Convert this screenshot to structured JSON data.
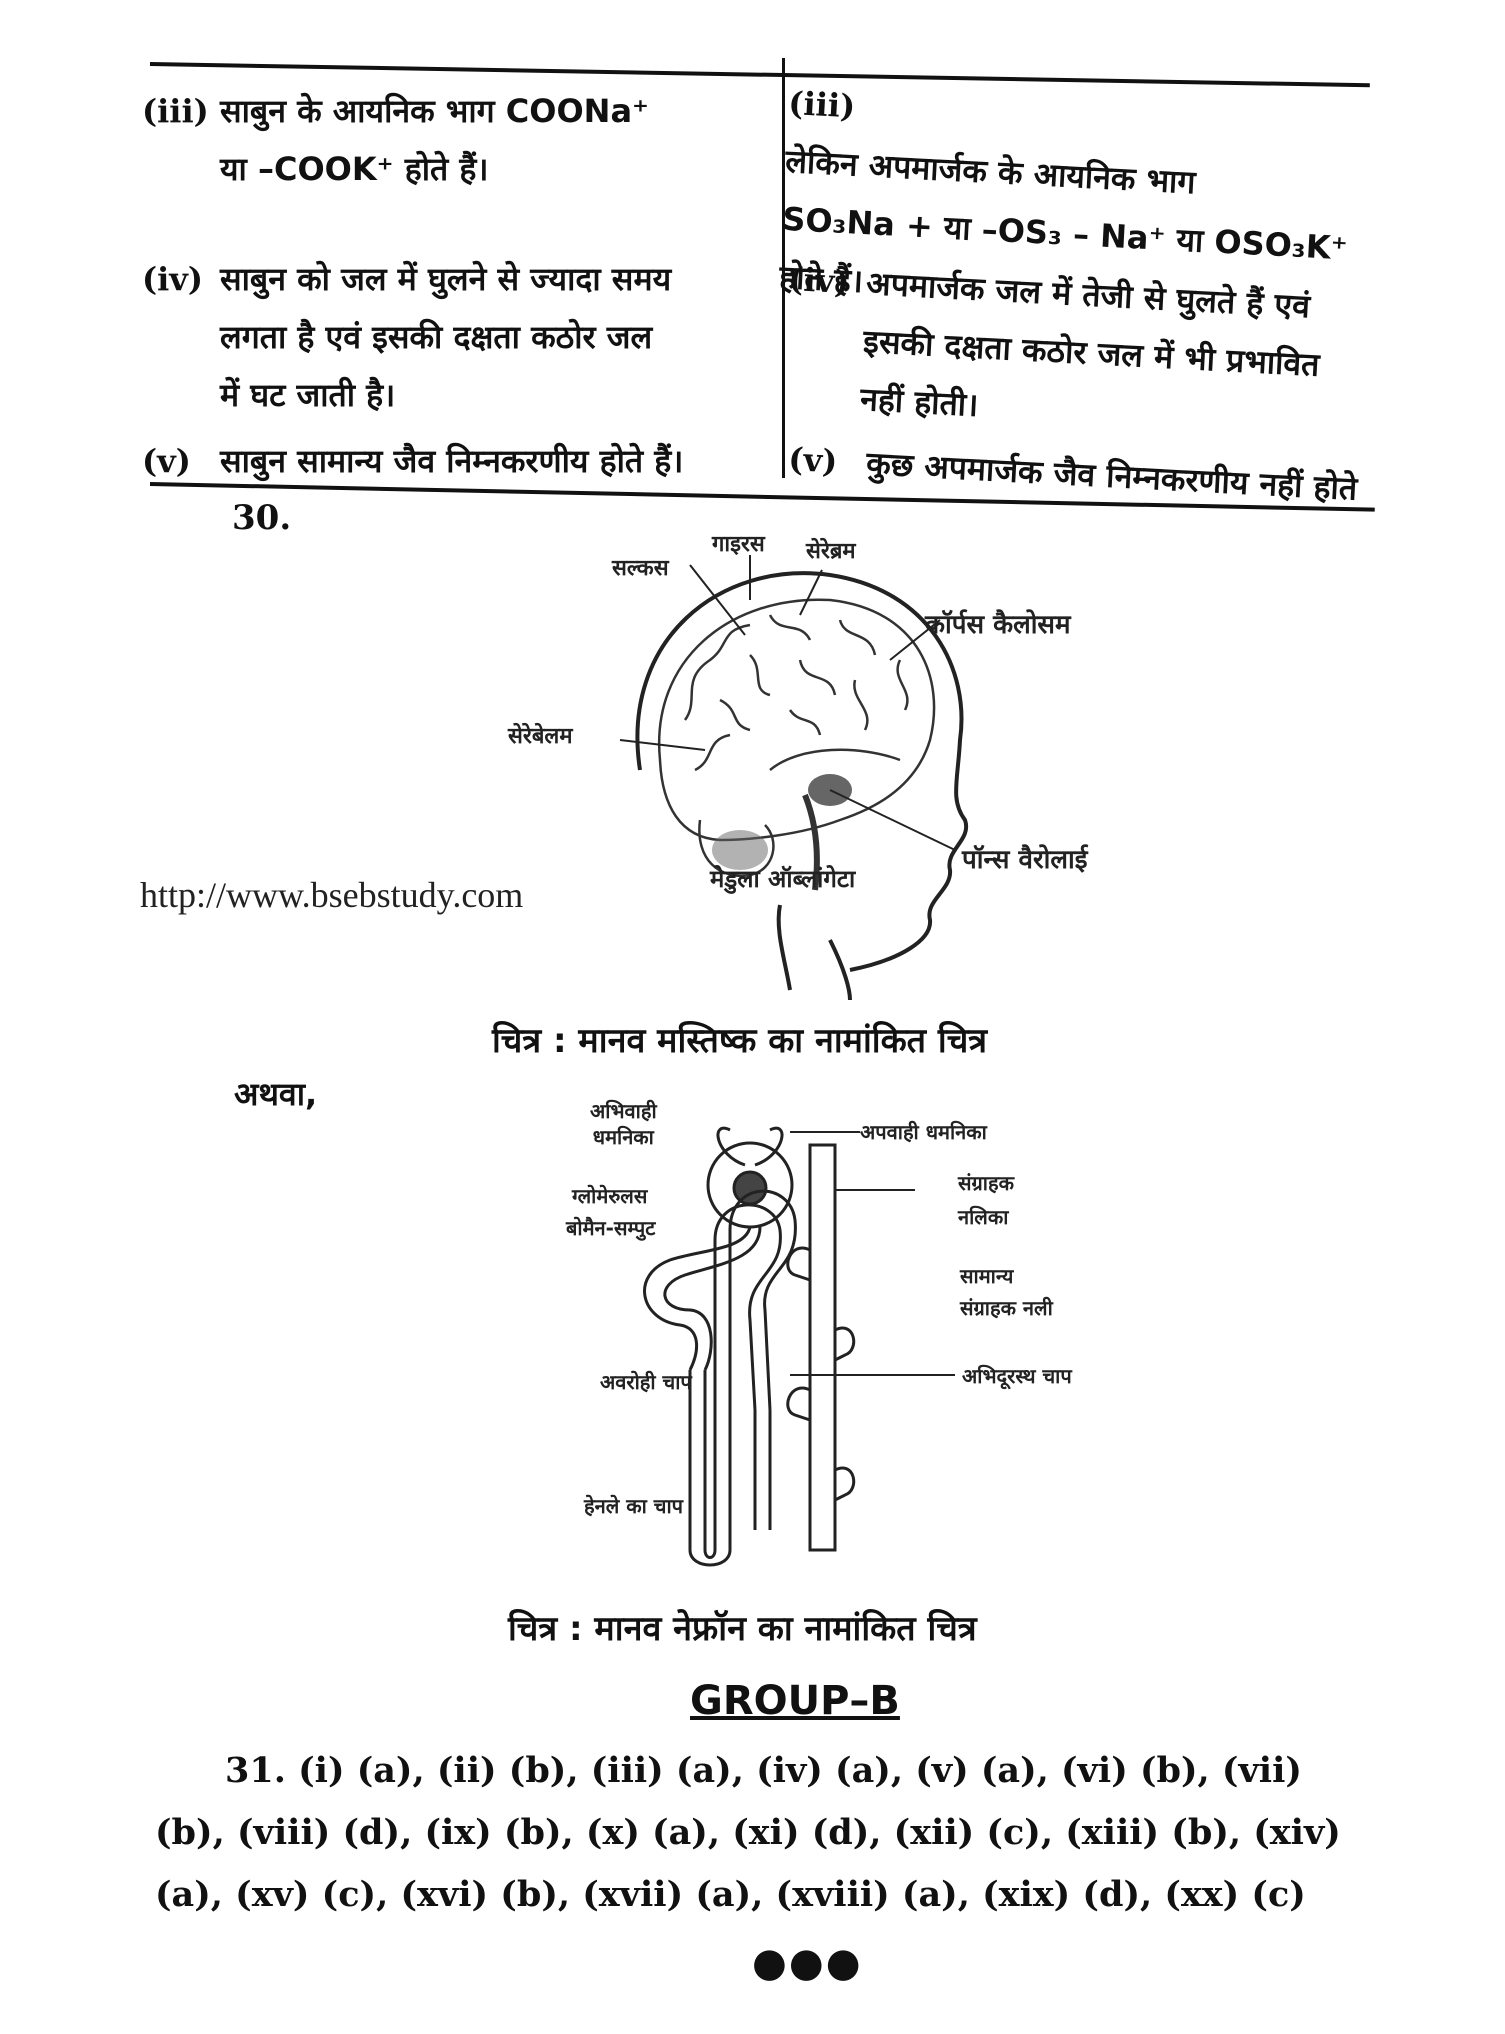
{
  "comparison": {
    "left": [
      {
        "num": "(iii)",
        "lines": [
          "साबुन के आयनिक भाग COONa⁺",
          "या –COOK⁺ होते हैं।"
        ]
      },
      {
        "num": "(iv)",
        "lines": [
          "साबुन को जल में घुलने से ज्यादा समय",
          "लगता है एवं इसकी दक्षता कठोर जल",
          "में घट जाती है।"
        ]
      },
      {
        "num": "(v)",
        "lines": [
          "साबुन सामान्य जैव निम्नकरणीय होते हैं।"
        ]
      }
    ],
    "right": [
      {
        "num": "(iii)",
        "lines": [
          "लेकिन अपमार्जक के आयनिक भाग",
          "SO₃Na + या –OS₃ – Na⁺ या OSO₃K⁺",
          "होते हैं।"
        ]
      },
      {
        "num": "(iv)",
        "lines": [
          "अपमार्जक जल में तेजी से घुलते हैं एवं",
          "इसकी दक्षता कठोर जल में भी प्रभावित",
          "नहीं होती।"
        ]
      },
      {
        "num": "(v)",
        "lines": [
          "कुछ अपमार्जक जैव निम्नकरणीय नहीं होते"
        ]
      }
    ]
  },
  "q30": {
    "number": "30.",
    "brain_labels": {
      "sulcus": "सल्कस",
      "gyrus": "गाइरस",
      "cerebrum": "सेरेब्रम",
      "corpus_callosum": "कॉर्पस कैलोसम",
      "cerebellum": "सेरेबेलम",
      "pons": "पॉन्स वैरोलाई",
      "medulla": "मेडुला ऑब्लांगेटा"
    },
    "watermark": "http://www.bsebstudy.com",
    "brain_caption": "चित्र : मानव मस्तिष्क का नामांकित चित्र",
    "or": "अथवा,",
    "nephron_labels": {
      "afferent_1": "अभिवाही",
      "afferent_2": "धमनिका",
      "efferent": "अपवाही धमनिका",
      "glomerulus": "ग्लोमेरुलस",
      "bowman": "बोमैन-सम्पुट",
      "collecting_1": "संग्राहक",
      "collecting_2": "नलिका",
      "common_1": "सामान्य",
      "common_2": "संग्राहक नली",
      "distal": "अभिदूरस्थ चाप",
      "proximal": "अवरोही चाप",
      "henle": "हेनले का चाप"
    },
    "nephron_caption": "चित्र : मानव नेफ्रॉन का नामांकित चित्र"
  },
  "group_b": {
    "heading": "GROUP–B",
    "q_number": "31.",
    "answers_text": "(i) (a), (ii) (b), (iii) (a), (iv) (a), (v) (a), (vi) (b), (vii) (b), (viii) (d), (ix) (b), (x) (a), (xi) (d), (xii) (c), (xiii) (b), (xiv) (a), (xv) (c), (xvi) (b), (xvii) (a), (xviii) (a), (xix) (d), (xx) (c)"
  },
  "footer_mark": "●●●"
}
